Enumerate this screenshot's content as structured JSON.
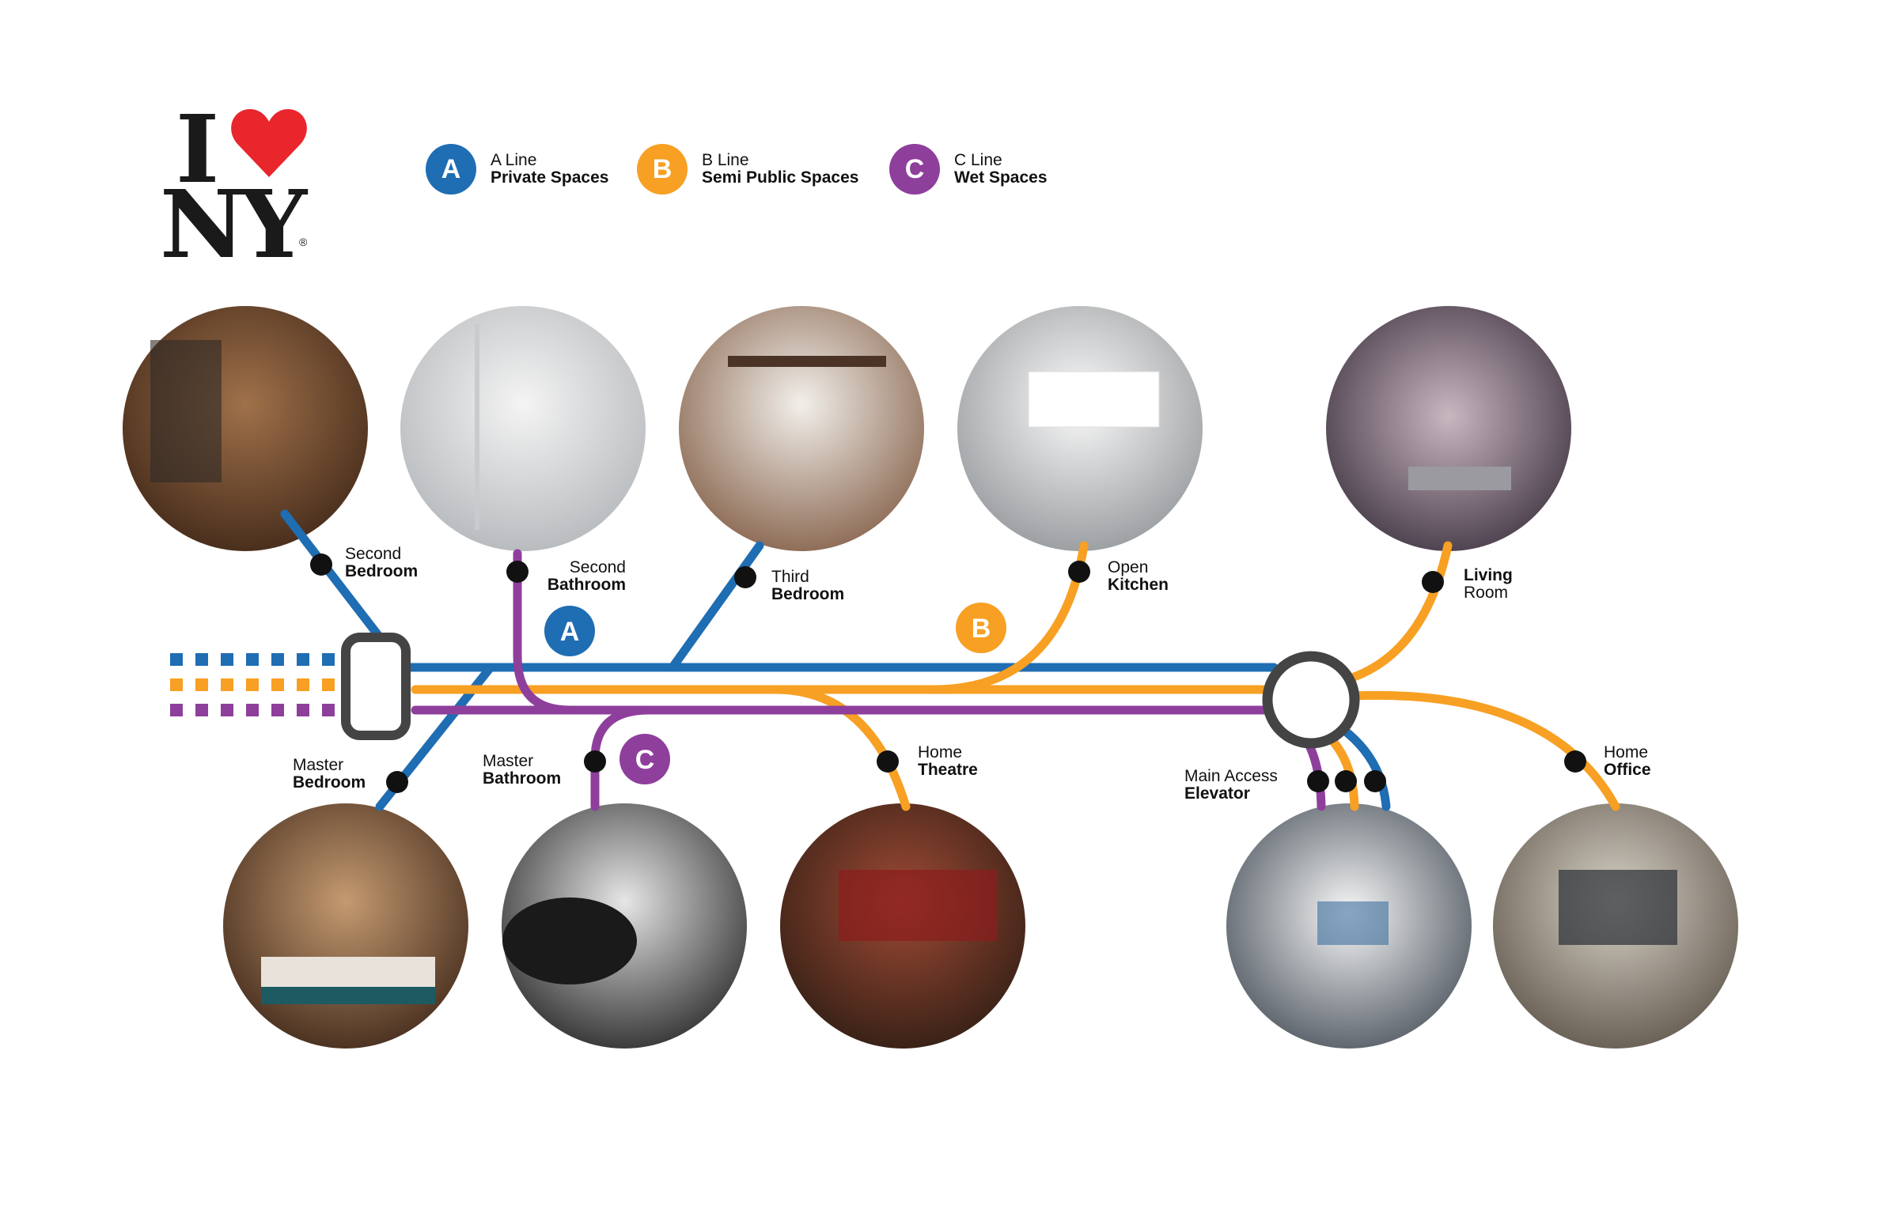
{
  "logo": {
    "line1": "I",
    "line2": "NY",
    "reg": "®",
    "heart_color": "#e8262c"
  },
  "colors": {
    "A": "#1f6db3",
    "B": "#f7a023",
    "C": "#8e3f9c",
    "hub": "#444444"
  },
  "legend": [
    {
      "letter": "A",
      "line": "A Line",
      "desc": "Private Spaces",
      "color": "#1f6db3"
    },
    {
      "letter": "B",
      "line": "B Line",
      "desc": "Semi Public Spaces",
      "color": "#f7a023"
    },
    {
      "letter": "C",
      "line": "C Line",
      "desc": "Wet Spaces",
      "color": "#8e3f9c"
    }
  ],
  "map_badges": {
    "A": "A",
    "B": "B",
    "C": "C"
  },
  "stations": {
    "second_bedroom": {
      "top": "Second",
      "bottom": "Bedroom"
    },
    "second_bathroom": {
      "top": "Second",
      "bottom": "Bathroom"
    },
    "third_bedroom": {
      "top": "Third",
      "bottom": "Bedroom"
    },
    "open_kitchen": {
      "top": "Open",
      "bottom": "Kitchen"
    },
    "living_room": {
      "top": "Living",
      "bottom": "Room"
    },
    "master_bedroom": {
      "top": "Master",
      "bottom": "Bedroom"
    },
    "master_bathroom": {
      "top": "Master",
      "bottom": "Bathroom"
    },
    "home_theatre": {
      "top": "Home",
      "bottom": "Theatre"
    },
    "main_access_elevator": {
      "top": "Main Access",
      "bottom": "Elevator"
    },
    "home_office": {
      "top": "Home",
      "bottom": "Office"
    }
  }
}
